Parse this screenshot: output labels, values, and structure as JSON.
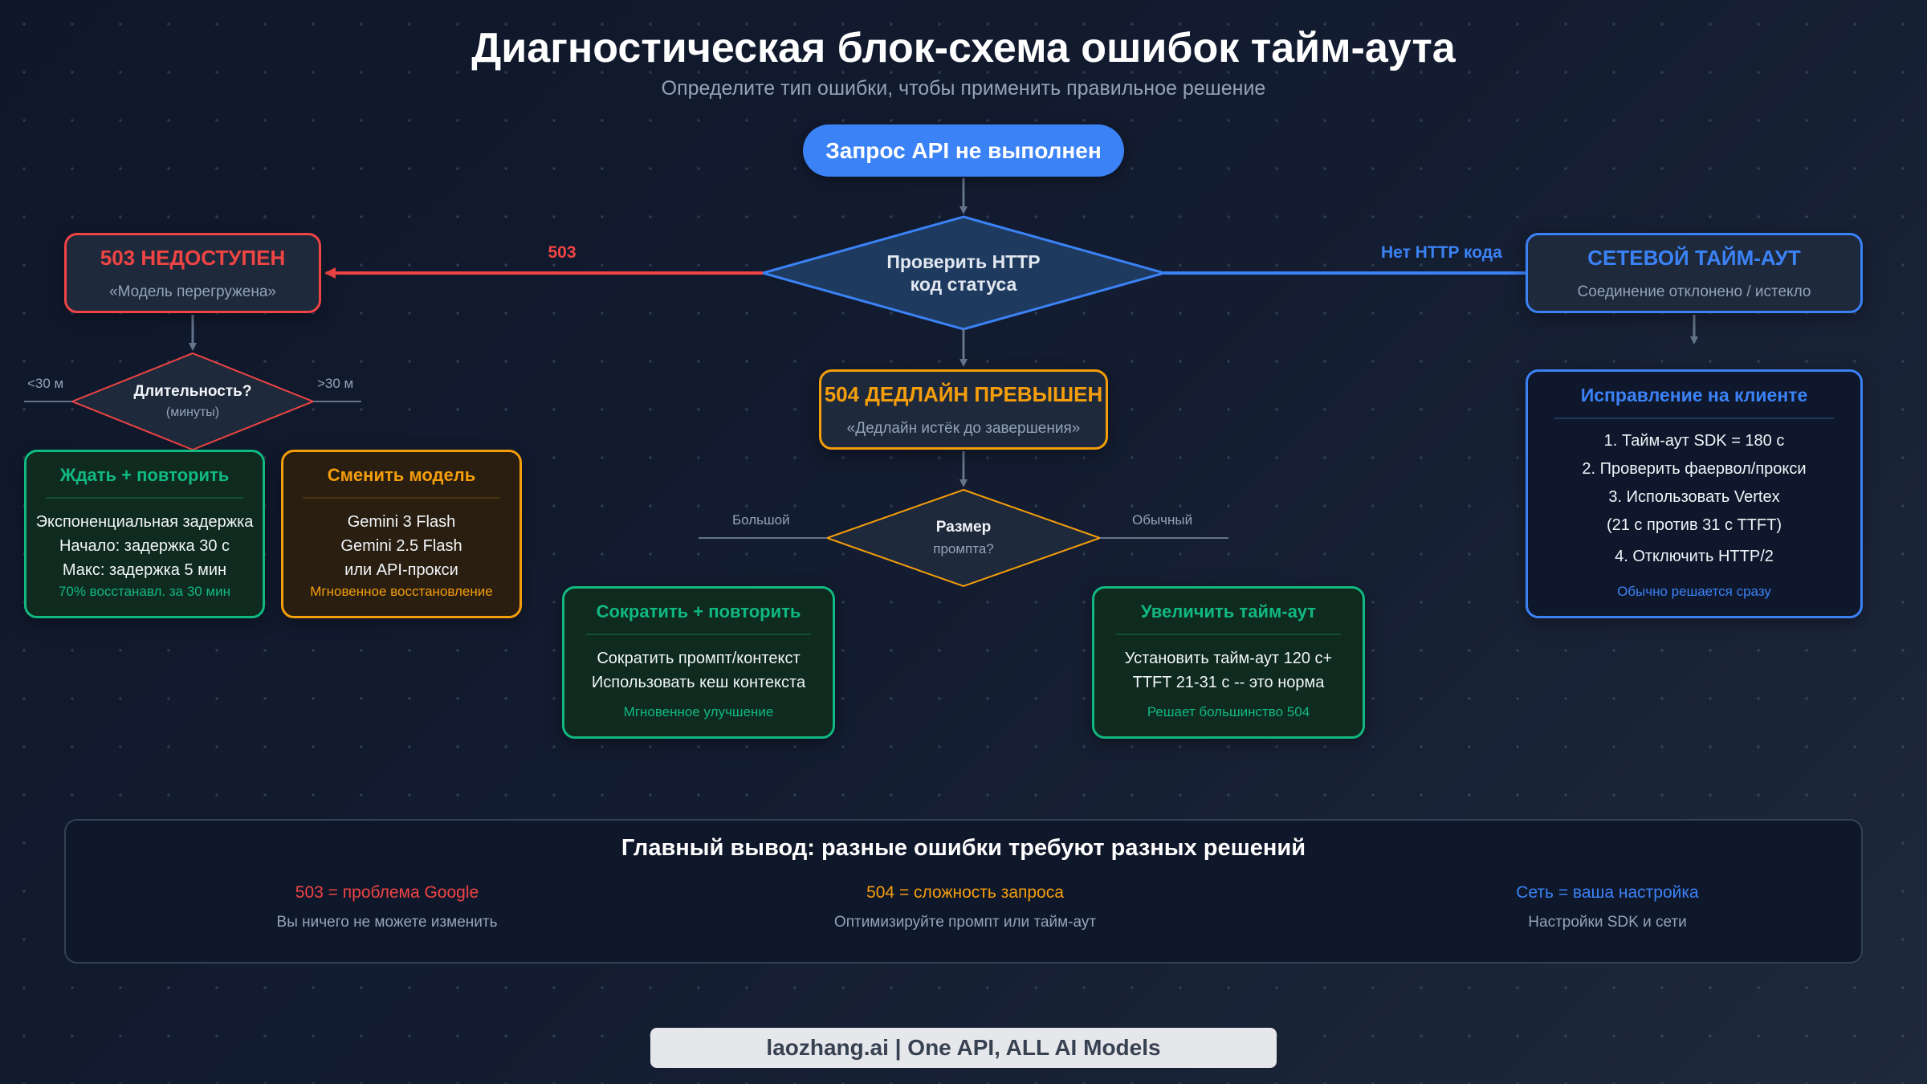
{
  "header": {
    "title": "Диагностическая блок-схема ошибок тайм-аута",
    "subtitle": "Определите тип ошибки, чтобы применить правильное решение"
  },
  "colors": {
    "background": "#0f172a",
    "red": "#ef4444",
    "orange": "#f59e0b",
    "green": "#10b981",
    "blue": "#3b82f6",
    "connector": "#64748b"
  },
  "start": {
    "label": "Запрос API не выполнен"
  },
  "decision_http": {
    "line1": "Проверить HTTP",
    "line2": "код статуса"
  },
  "edges": {
    "to_503": "503",
    "to_network": "Нет HTTP кода",
    "short_duration": "<30 м",
    "long_duration": ">30 м",
    "large_prompt": "Большой",
    "normal_prompt": "Обычный"
  },
  "error_503": {
    "title": "503 НЕДОСТУПЕН",
    "subtitle": "«Модель перегружена»"
  },
  "error_504": {
    "title": "504 ДЕДЛАЙН ПРЕВЫШЕН",
    "subtitle": "«Дедлайн истёк до завершения»"
  },
  "error_network": {
    "title": "СЕТЕВОЙ ТАЙМ-АУТ",
    "subtitle": "Соединение отклонено / истекло"
  },
  "decision_duration": {
    "title": "Длительность?",
    "hint": "(минуты)"
  },
  "decision_size": {
    "title": "Размер",
    "hint": "промпта?"
  },
  "solutions": {
    "wait_retry": {
      "title": "Ждать + повторить",
      "lines": [
        "Экспоненциальная задержка",
        "Начало: задержка 30 с",
        "Макс: задержка 5 мин"
      ],
      "footer": "70% восстанавл. за 30 мин"
    },
    "switch_model": {
      "title": "Сменить модель",
      "lines": [
        "Gemini 3 Flash",
        "Gemini 2.5 Flash",
        "или API-прокси"
      ],
      "footer": "Мгновенное восстановление"
    },
    "shorten_retry": {
      "title": "Сократить + повторить",
      "lines": [
        "Сократить промпт/контекст",
        "Использовать кеш контекста"
      ],
      "footer": "Мгновенное улучшение"
    },
    "increase_timeout": {
      "title": "Увеличить тайм-аут",
      "lines": [
        "Установить тайм-аут 120 с+",
        "TTFT 21-31 с -- это норма"
      ],
      "footer": "Решает большинство 504"
    },
    "client_fix": {
      "title": "Исправление на клиенте",
      "lines": [
        "1. Тайм-аут SDK = 180 с",
        "2. Проверить фаервол/прокси",
        "3. Использовать Vertex",
        "(21 с против 31 с TTFT)",
        "4. Отключить HTTP/2"
      ],
      "footer": "Обычно решается сразу"
    }
  },
  "summary": {
    "title": "Главный вывод: разные ошибки требуют разных решений",
    "columns": [
      {
        "key": "503 = проблема Google",
        "value": "Вы ничего не можете изменить"
      },
      {
        "key": "504 = сложность запроса",
        "value": "Оптимизируйте промпт или тайм-аут"
      },
      {
        "key": "Сеть = ваша настройка",
        "value": "Настройки SDK и сети"
      }
    ]
  },
  "footer": {
    "label": "laozhang.ai | One API, ALL AI Models"
  }
}
